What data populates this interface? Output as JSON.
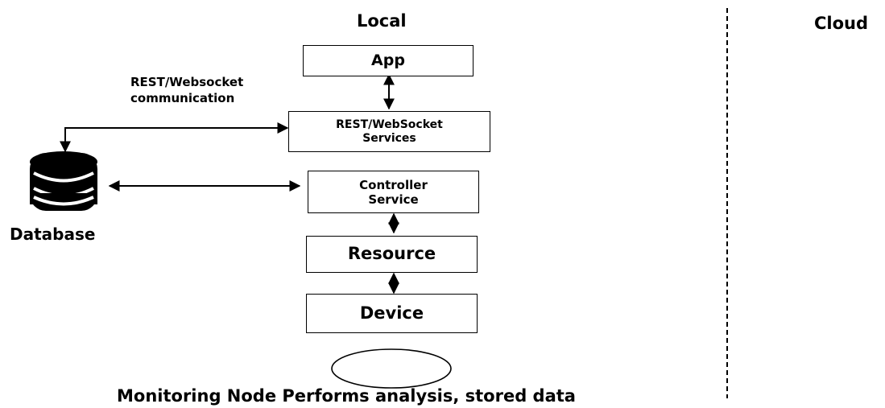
{
  "zones": {
    "local": "Local",
    "cloud": "Cloud"
  },
  "nodes": {
    "app": "App",
    "rest_services": "REST/WebSocket\nServices",
    "controller": "Controller\nService",
    "resource": "Resource",
    "device": "Device",
    "database": "Database"
  },
  "edge_labels": {
    "rest_comm": "REST/Websocket\ncommunication"
  },
  "caption": "Monitoring Node Performs analysis, stored data"
}
